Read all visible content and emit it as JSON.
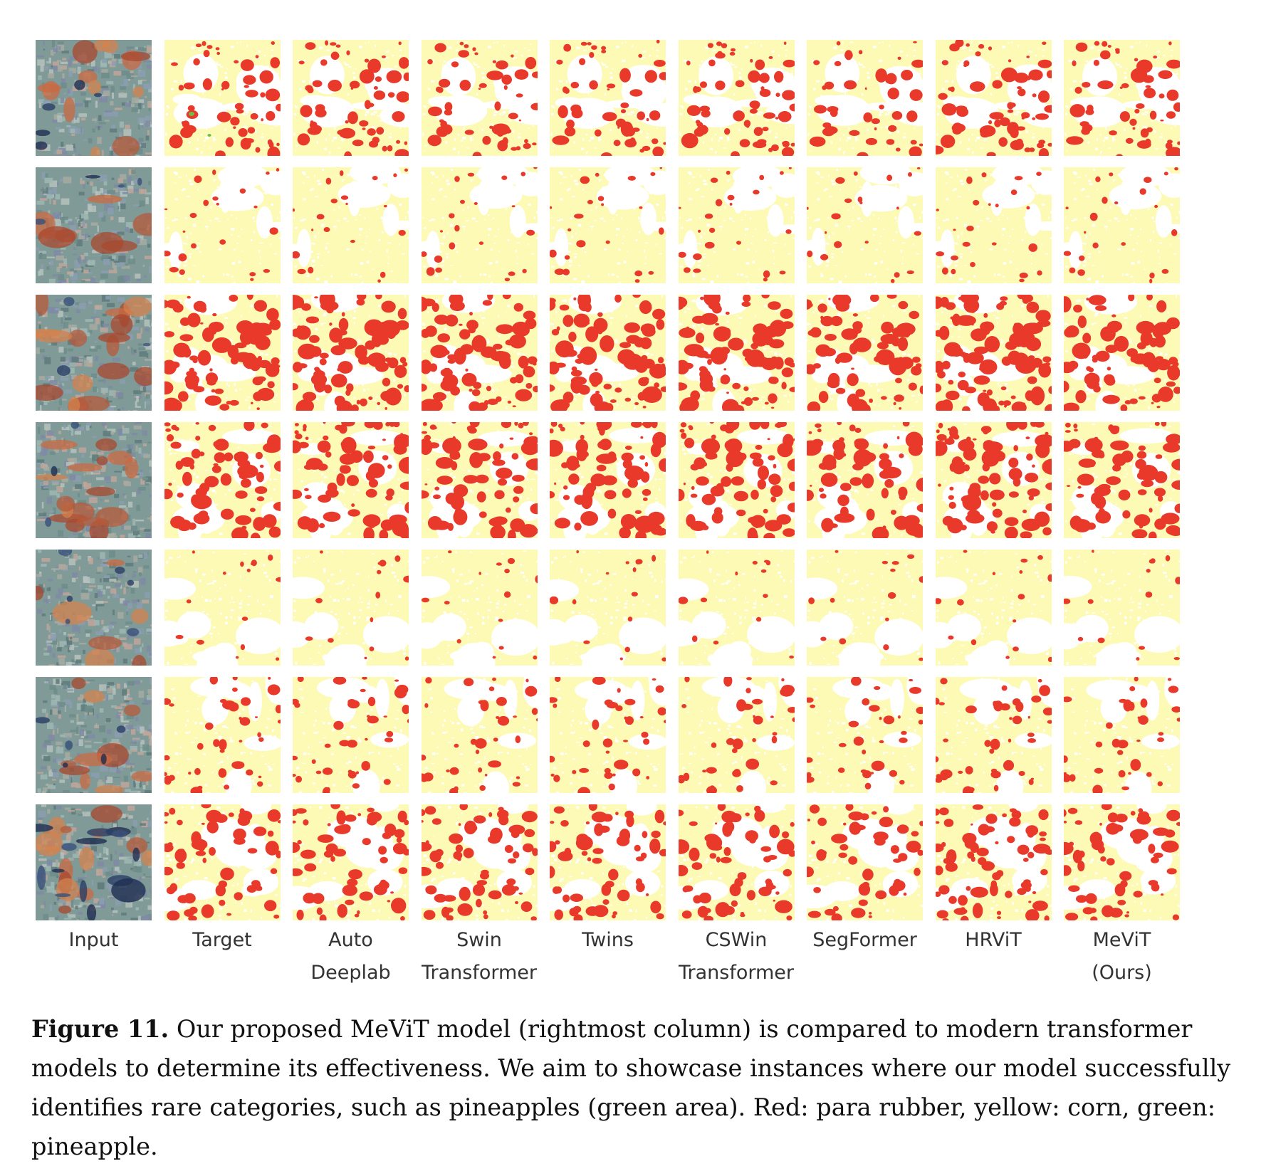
{
  "figure": {
    "rows": 7,
    "columns": [
      {
        "id": "input",
        "label_lines": [
          "Input"
        ],
        "kind": "input"
      },
      {
        "id": "target",
        "label_lines": [
          "Target"
        ],
        "kind": "mask",
        "density": 0.3
      },
      {
        "id": "auto-deeplab",
        "label_lines": [
          "Auto",
          "Deeplab"
        ],
        "kind": "mask",
        "density": 0.33
      },
      {
        "id": "swin-transformer",
        "label_lines": [
          "Swin",
          "Transformer"
        ],
        "kind": "mask",
        "density": 0.32
      },
      {
        "id": "twins",
        "label_lines": [
          "Twins"
        ],
        "kind": "mask",
        "density": 0.31
      },
      {
        "id": "cswin-transformer",
        "label_lines": [
          "CSWin",
          "Transformer"
        ],
        "kind": "mask",
        "density": 0.32
      },
      {
        "id": "segformer",
        "label_lines": [
          "SegFormer"
        ],
        "kind": "mask",
        "density": 0.26
      },
      {
        "id": "hrvit",
        "label_lines": [
          "HRViT"
        ],
        "kind": "mask",
        "density": 0.38
      },
      {
        "id": "mevit",
        "label_lines": [
          "MeViT",
          "(Ours)"
        ],
        "kind": "mask",
        "density": 0.29
      }
    ],
    "row_red_amount": [
      0.55,
      0.15,
      0.8,
      0.75,
      0.08,
      0.35,
      0.6
    ],
    "colors": {
      "para_rubber": "#e8392a",
      "corn": "#fdfab6",
      "pineapple": "#6cc04a",
      "background": "#ffffff"
    }
  },
  "caption": {
    "label": "Figure 11.",
    "text": "Our proposed MeViT model (rightmost column) is compared to modern transformer models to determine its effectiveness. We aim to showcase instances where our model successfully identifies rare categories, such as pineapples (green area). Red: para rubber, yellow: corn, green: pineapple."
  }
}
